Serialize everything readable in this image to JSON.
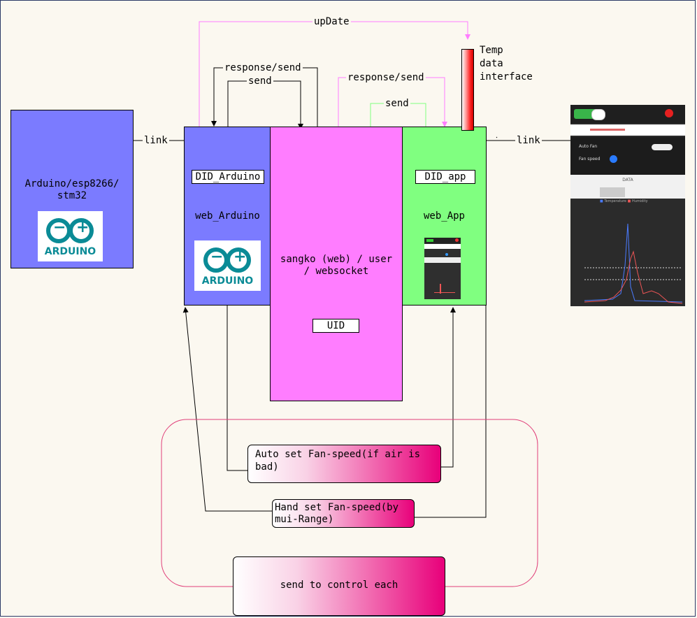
{
  "diagram": {
    "arduino_board": {
      "label": "Arduino/esp8266/\nstm32",
      "logo_text": "ARDUINO"
    },
    "web_arduino": {
      "tag": "DID_Arduino",
      "label": "web_Arduino",
      "logo_text": "ARDUINO"
    },
    "server": {
      "label": "sangko (web) / user\n/ websocket",
      "tag": "UID"
    },
    "web_app": {
      "tag": "DID_app",
      "label": "web_App"
    },
    "temp_interface": {
      "label": "Temp\ndata\ninterface"
    },
    "connectors": {
      "link_left": "link",
      "link_right": "link",
      "update": "upDate",
      "response_send_left": "response/send",
      "send_left": "send",
      "response_send_right": "response/send",
      "send_right": "send"
    },
    "actions": {
      "auto_set": "Auto set Fan-speed(if air is\nbad)",
      "hand_set": "Hand set Fan-speed(by\nmui-Range)",
      "send_control": "send to control each"
    },
    "phone_screenshot": {
      "auto_label": "Auto Fan",
      "fan_speed_label": "Fan speed",
      "data_header": "DATA",
      "legend": [
        "Temperature",
        "Humidity"
      ]
    }
  },
  "colors": {
    "background": "#fbf8f0",
    "arduino_board": "#7b7bff",
    "web_arduino": "#7b7bff",
    "server": "#ff7dff",
    "web_app": "#80ff80",
    "update_line": "#ff7dff",
    "send_right_line": "#80ff80",
    "loop_outline": "#e0407a",
    "arduino_teal": "#0a8b96"
  }
}
